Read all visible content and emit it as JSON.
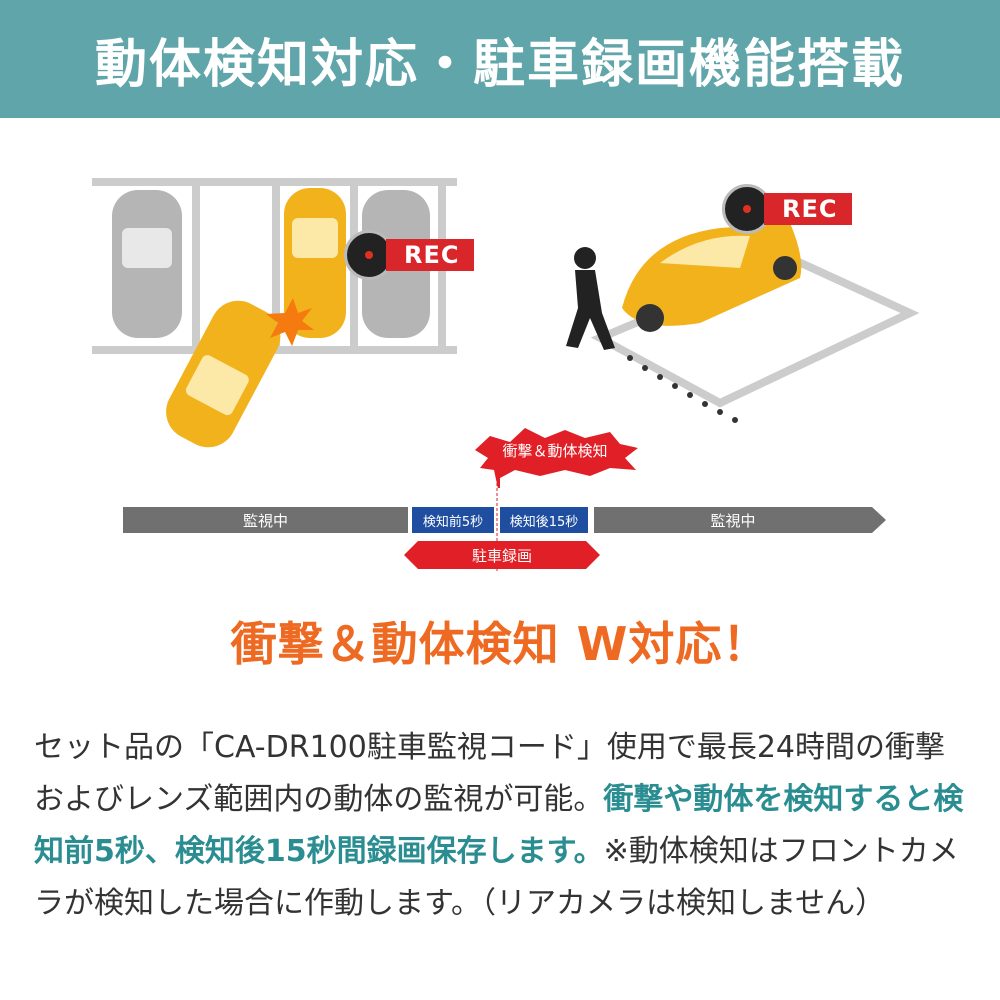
{
  "header": {
    "title": "動体検知対応・駐車録画機能搭載"
  },
  "illustration": {
    "rec_label_left": "REC",
    "rec_label_right": "REC",
    "burst_label": "衝撃＆動体検知",
    "timeline": {
      "left_segment": "監視中",
      "before_segment": "検知前5秒",
      "after_segment": "検知後15秒",
      "right_segment": "監視中",
      "recording_segment": "駐車録画"
    },
    "headline": "衝撃＆動体検知 W対応！"
  },
  "description": {
    "part1": "セット品の「CA-DR100駐車監視コード」使用で最長24時間の衝撃およびレンズ範囲内の動体の監視が可能。",
    "highlight": "衝撃や動体を検知すると検知前5秒、検知後15秒間録画保存します。",
    "part2": "※動体検知はフロントカメラが検知した場合に作動します。（リアカメラは検知しません）"
  },
  "colors": {
    "header": "#5fa5aa",
    "highlight": "#2a8d92",
    "headline": "#ee6a22",
    "rec": "#d8262a"
  }
}
